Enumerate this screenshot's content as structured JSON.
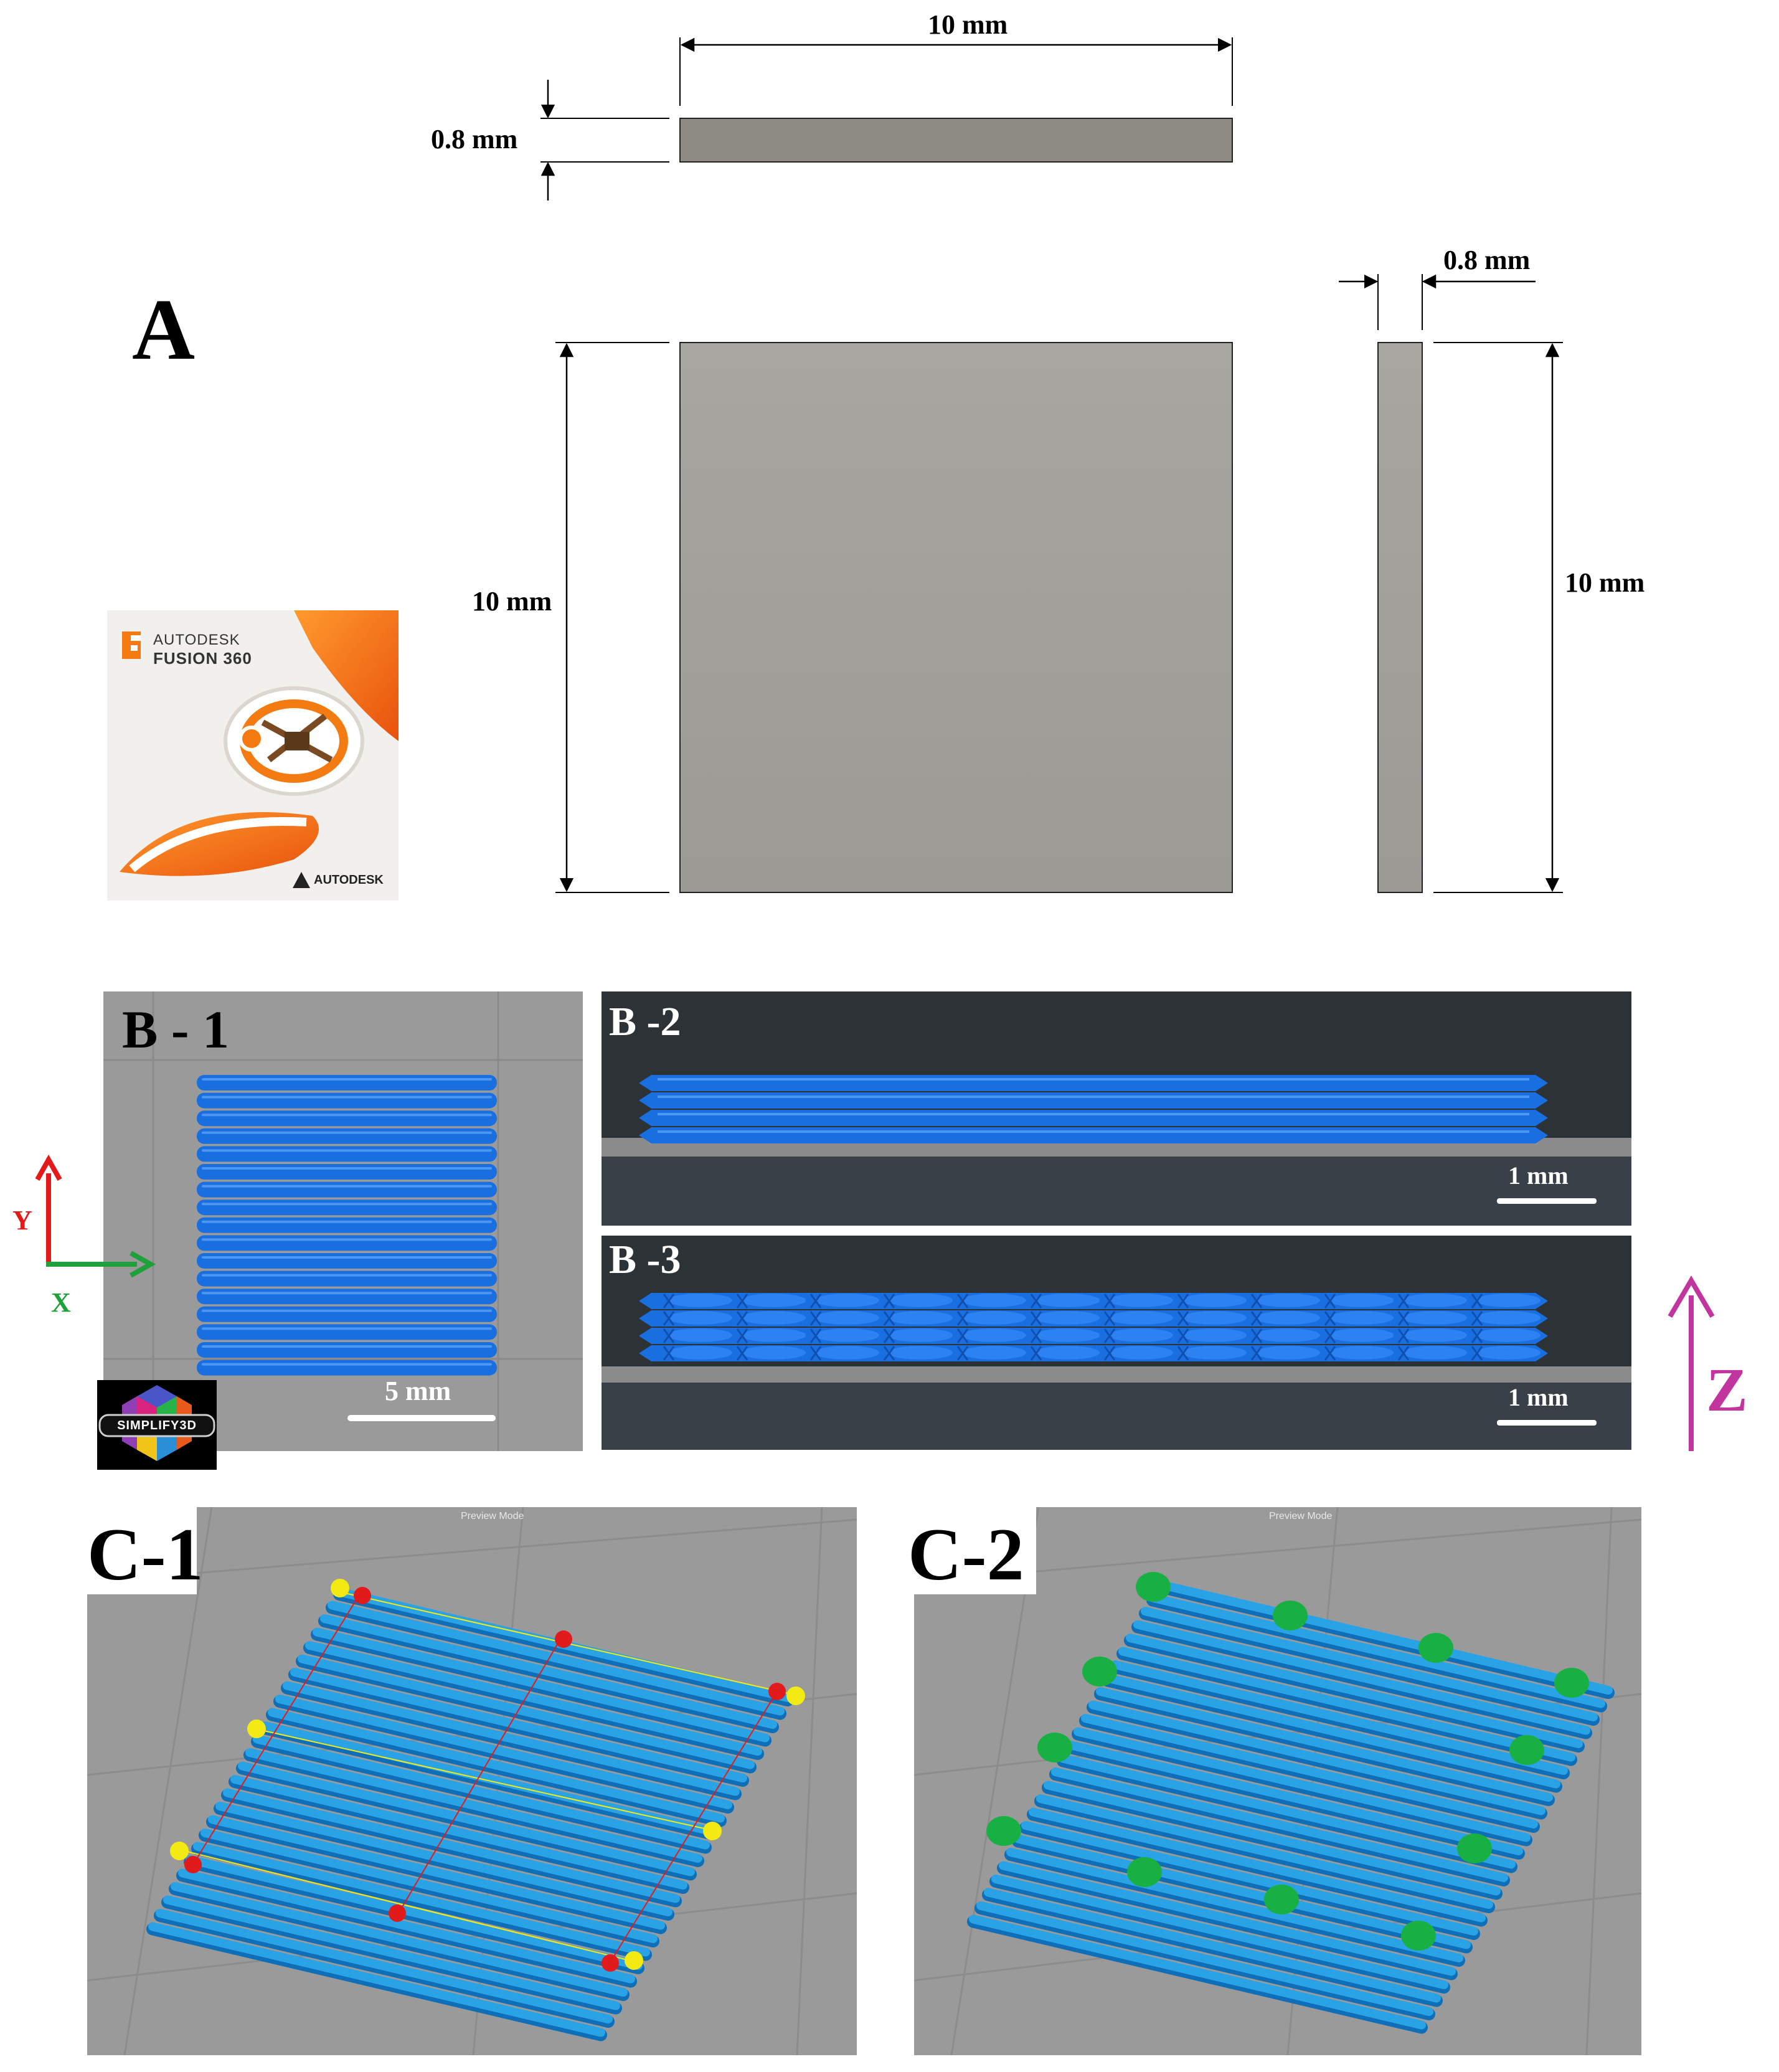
{
  "panel_a": {
    "label": "A",
    "dim_top_width": "10 mm",
    "dim_top_thickness": "0.8 mm",
    "dim_front_height": "10 mm",
    "dim_side_thickness": "0.8 mm",
    "dim_side_height": "10 mm",
    "logo": {
      "brand": "AUTODESK",
      "product": "FUSION 360",
      "footer": "AUTODESK",
      "letter": "F"
    }
  },
  "panel_b": {
    "b1_label": "B - 1",
    "b2_label": "B -2",
    "b3_label": "B -3",
    "scale_b1": "5 mm",
    "scale_b2": "1 mm",
    "scale_b3": "1 mm",
    "axis_y": "Y",
    "axis_x": "X",
    "axis_z": "Z",
    "logo_text": "SIMPLIFY3D"
  },
  "panel_c": {
    "c1_label": "C-1",
    "c2_label": "C-2",
    "preview_c1": "Preview Mode",
    "preview_c2": "Preview Mode"
  },
  "colors": {
    "part_gray": "#a09e99",
    "filament_blue": "#1a6fe0",
    "filament_light_blue": "#2aa3e6",
    "viewer_gray": "#9a9a9a",
    "viewer_dark": "#393f45",
    "marker_red": "#e11b1b",
    "marker_yellow": "#f4ea13",
    "marker_green": "#19b043",
    "axis_y_red": "#e41a1a",
    "axis_x_green": "#1fa03a",
    "axis_z_magenta": "#c2359e",
    "fusion_orange": "#f47a12"
  }
}
